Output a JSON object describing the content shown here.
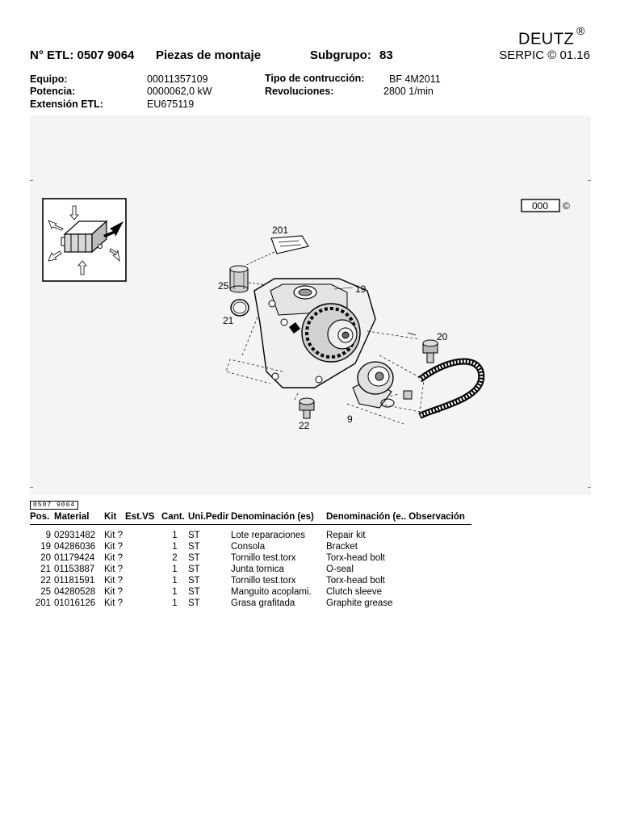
{
  "header": {
    "brand": "DEUTZ",
    "brand_mark": "®",
    "etl_label": "N° ETL: 0507 9064",
    "section": "Piezas de montaje",
    "subgroup_label": "Subgrupo:",
    "subgroup_value": "83",
    "serpic": "SERPIC © 01.16"
  },
  "meta": {
    "equipo_label": "Equipo:",
    "equipo_value": "00011357109",
    "potencia_label": "Potencia:",
    "potencia_value": "0000062,0 kW",
    "extension_label": "Extensión ETL:",
    "extension_value": "EU675119",
    "tipo_label": "Tipo de contrucción:",
    "tipo_value": "BF 4M2011",
    "rev_label": "Revoluciones:",
    "rev_value": "2800 1/min"
  },
  "figure": {
    "box_code": "000",
    "copyright": "©",
    "callouts": {
      "c201": "201",
      "c25": "25",
      "c19": "19",
      "c21": "21",
      "c20": "20",
      "c9": "9",
      "c22": "22"
    },
    "doc_ref": "0507 9064"
  },
  "table": {
    "headers": [
      "Pos.",
      "Material",
      "Kit",
      "Est.VS",
      "Cant.",
      "Uni.Pedir",
      "Denominación (es)",
      "Denominación (e.. Observación"
    ],
    "rows": [
      [
        "9",
        "02931482",
        "Kit ?",
        "",
        "1",
        "ST",
        "Lote reparaciones",
        "Repair kit"
      ],
      [
        "19",
        "04286036",
        "Kit ?",
        "",
        "1",
        "ST",
        "Consola",
        "Bracket"
      ],
      [
        "20",
        "01179424",
        "Kit ?",
        "",
        "2",
        "ST",
        "Tornillo test.torx",
        "Torx-head bolt"
      ],
      [
        "21",
        "01153887",
        "Kit ?",
        "",
        "1",
        "ST",
        "Junta tornica",
        "O-seal"
      ],
      [
        "22",
        "01181591",
        "Kit ?",
        "",
        "1",
        "ST",
        "Tornillo test.torx",
        "Torx-head bolt"
      ],
      [
        "25",
        "04280528",
        "Kit ?",
        "",
        "1",
        "ST",
        "Manguito acoplami.",
        "Clutch sleeve"
      ],
      [
        "201",
        "01016126",
        "Kit ?",
        "",
        "1",
        "ST",
        "Grasa grafitada",
        "Graphite grease"
      ]
    ]
  }
}
